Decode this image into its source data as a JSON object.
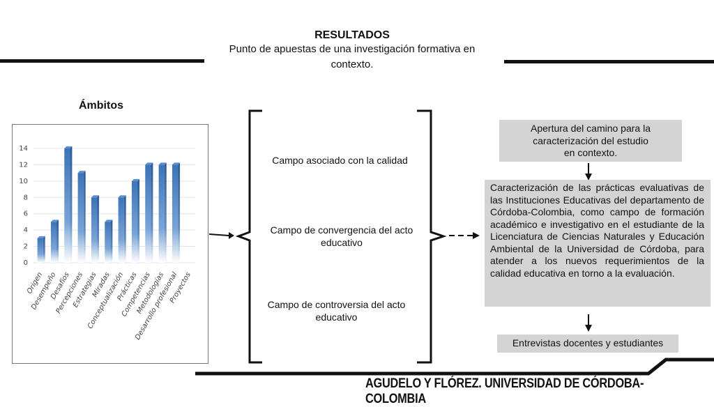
{
  "header": {
    "title": "RESULTADOS",
    "subtitle_line1": "Punto de apuestas de una investigación formativa en",
    "subtitle_line2": "contexto."
  },
  "ambitos_label": "Ámbitos",
  "chart_data": {
    "type": "bar",
    "categories": [
      "Origen",
      "Desempeño",
      "Desafíos",
      "Percepciones",
      "Estrategias",
      "Miradas",
      "Conceptualización",
      "Prácticas",
      "Competencias",
      "Metodologías",
      "Desarrollo profesional",
      "Proyectos"
    ],
    "values": [
      3,
      5,
      14,
      11,
      8,
      5,
      8,
      10,
      12,
      12,
      12,
      0
    ],
    "ylim": [
      0,
      14
    ],
    "yticks": [
      0,
      2,
      4,
      6,
      8,
      10,
      12,
      14
    ],
    "grid": true,
    "bar_color": "#4a7fc0",
    "title": "",
    "xlabel": "",
    "ylabel": ""
  },
  "campos": {
    "calidad": "Campo asociado con la calidad",
    "convergencia": "Campo de convergencia del acto educativo",
    "controversia": "Campo de controversia del acto educativo"
  },
  "boxes": {
    "apertura": "Apertura del camino para la caracterización del estudio en contexto.",
    "caracterizacion": "Caracterización de las prácticas evaluativas de las Instituciones Educativas del departamento de Córdoba-Colombia, como campo de formación académico e investigativo en el estudiante de la Licenciatura de Ciencias Naturales y Educación Ambiental de la Universidad de Córdoba, para atender a los nuevos requerimientos de la calidad educativa en torno a la evaluación.",
    "entrevistas": "Entrevistas docentes y estudiantes"
  },
  "footer": "AGUDELO Y FLÓREZ. UNIVERSIDAD DE CÓRDOBA-COLOMBIA",
  "colors": {
    "box_fill": "#d4d4d4",
    "line": "#111111"
  }
}
